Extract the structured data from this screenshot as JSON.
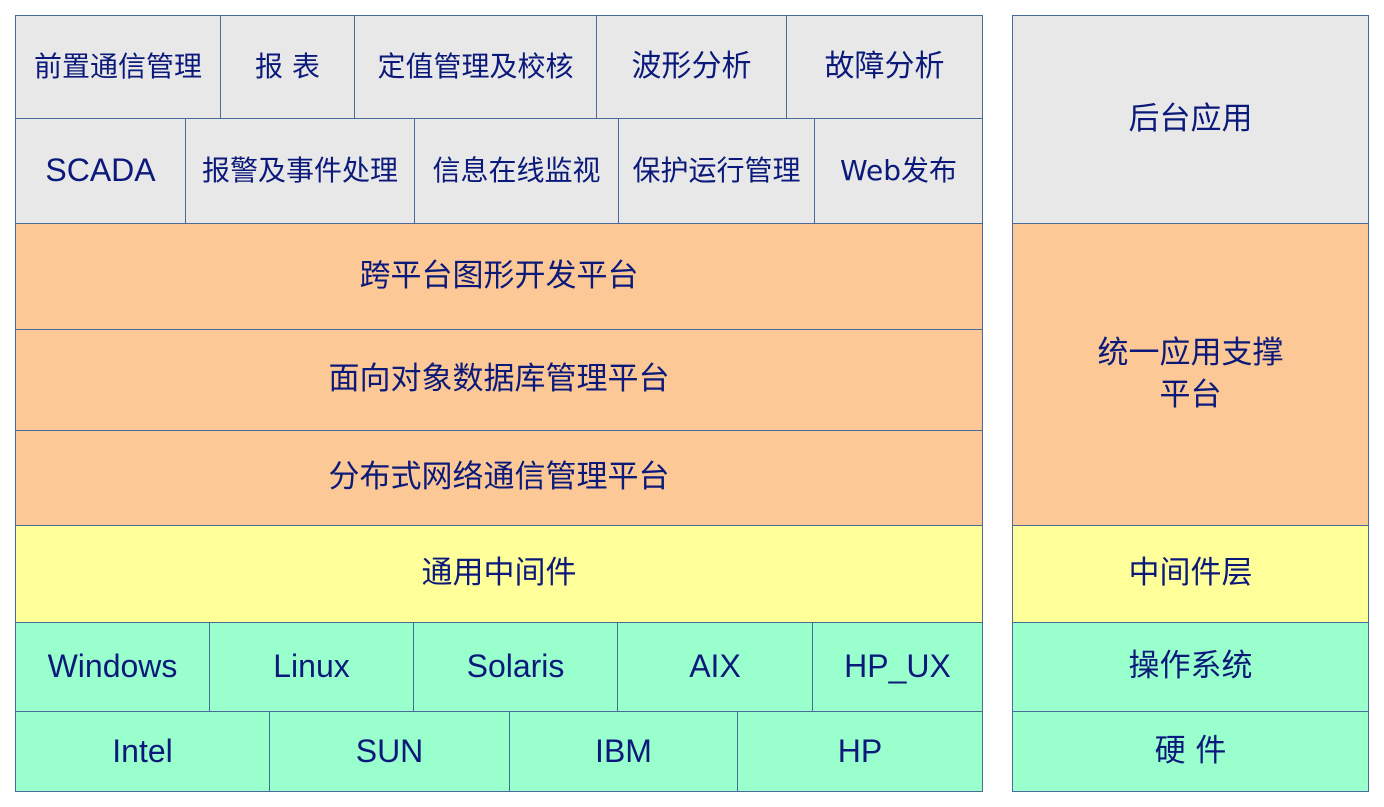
{
  "apps_row1": [
    "前置通信管理",
    "报 表",
    "定值管理及校核",
    "波形分析",
    "故障分析"
  ],
  "apps_row2": [
    "SCADA",
    "报警及事件处理",
    "信息在线监视",
    "保护运行管理",
    "Web发布"
  ],
  "platforms": [
    "跨平台图形开发平台",
    "面向对象数据库管理平台",
    "分布式网络通信管理平台"
  ],
  "middleware": "通用中间件",
  "os": [
    "Windows",
    "Linux",
    "Solaris",
    "AIX",
    "HP_UX"
  ],
  "hardware": [
    "Intel",
    "SUN",
    "IBM",
    "HP"
  ],
  "layers": {
    "backend_app": "后台应用",
    "support_platform_line1": "统一应用支撑",
    "support_platform_line2": "平台",
    "middleware_layer": "中间件层",
    "os_layer": "操作系统",
    "hardware_layer": "硬 件"
  },
  "colors": {
    "application": "#e8e8e8",
    "platform": "#fcc896",
    "middleware": "#ffff99",
    "system": "#99ffcc",
    "text": "#0b1a7a",
    "border": "#4a6a9a"
  }
}
